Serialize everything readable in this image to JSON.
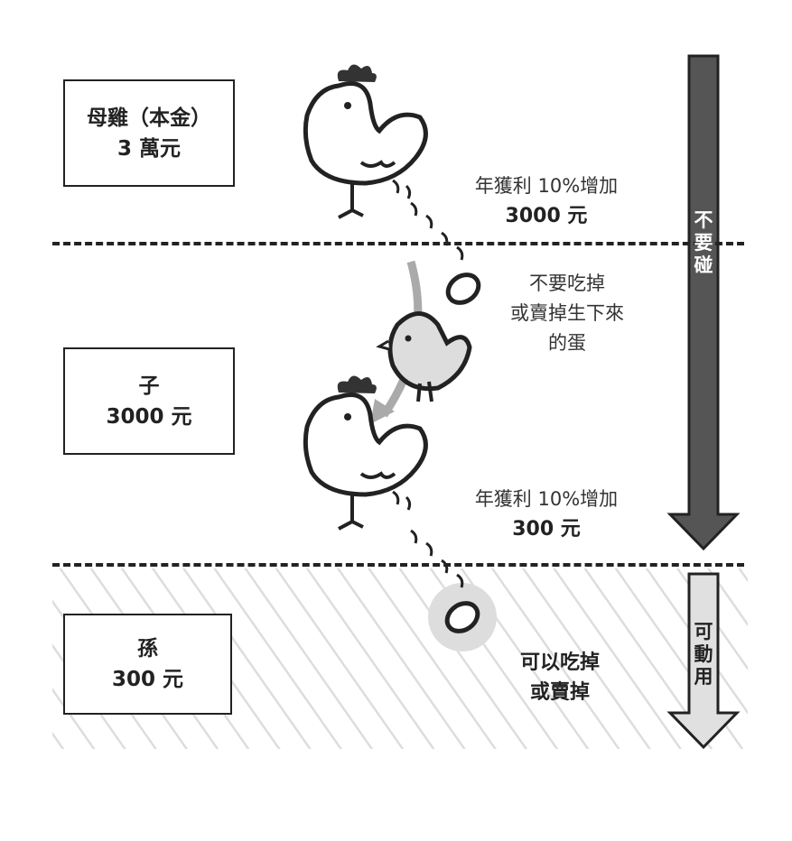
{
  "rows": [
    {
      "label_line1": "母雞（本金）",
      "label_line2": "3 萬元",
      "note_line1": "年獲利 10%增加",
      "note_line2": "3000 元"
    },
    {
      "label_line1": "子",
      "label_line2": "3000 元",
      "note_line1": "年獲利 10%增加",
      "note_line2": "300 元"
    },
    {
      "label_line1": "孫",
      "label_line2": "300 元",
      "note_line1": "可以吃掉",
      "note_line2": "或賣掉"
    }
  ],
  "egg_note": [
    "不要吃掉",
    "或賣掉生下來",
    "的蛋"
  ],
  "arrows": {
    "do_not_touch": [
      "不",
      "要",
      "碰"
    ],
    "usable": [
      "可",
      "動",
      "用"
    ]
  },
  "colors": {
    "dark_arrow": "#555555",
    "light_arrow": "#e0e0e0",
    "hatch": "#dddddd"
  }
}
